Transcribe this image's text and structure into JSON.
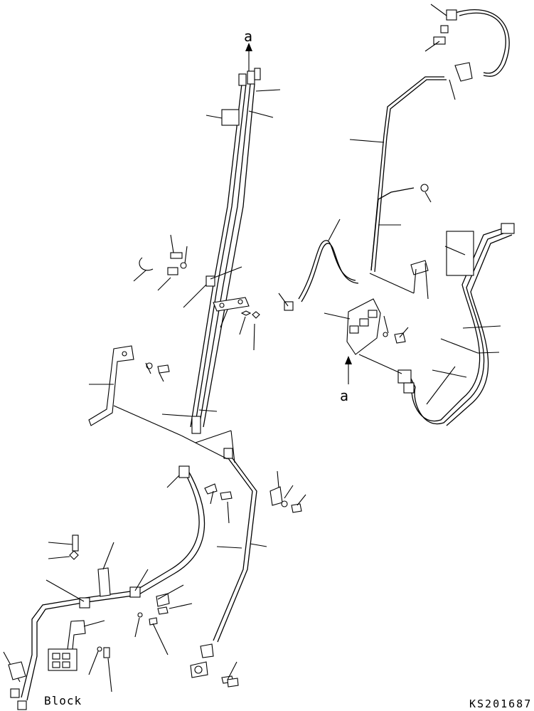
{
  "labels": {
    "arrow_top": "a",
    "arrow_bottom": "a",
    "block": "Block",
    "drawing_code": "KS201687"
  }
}
